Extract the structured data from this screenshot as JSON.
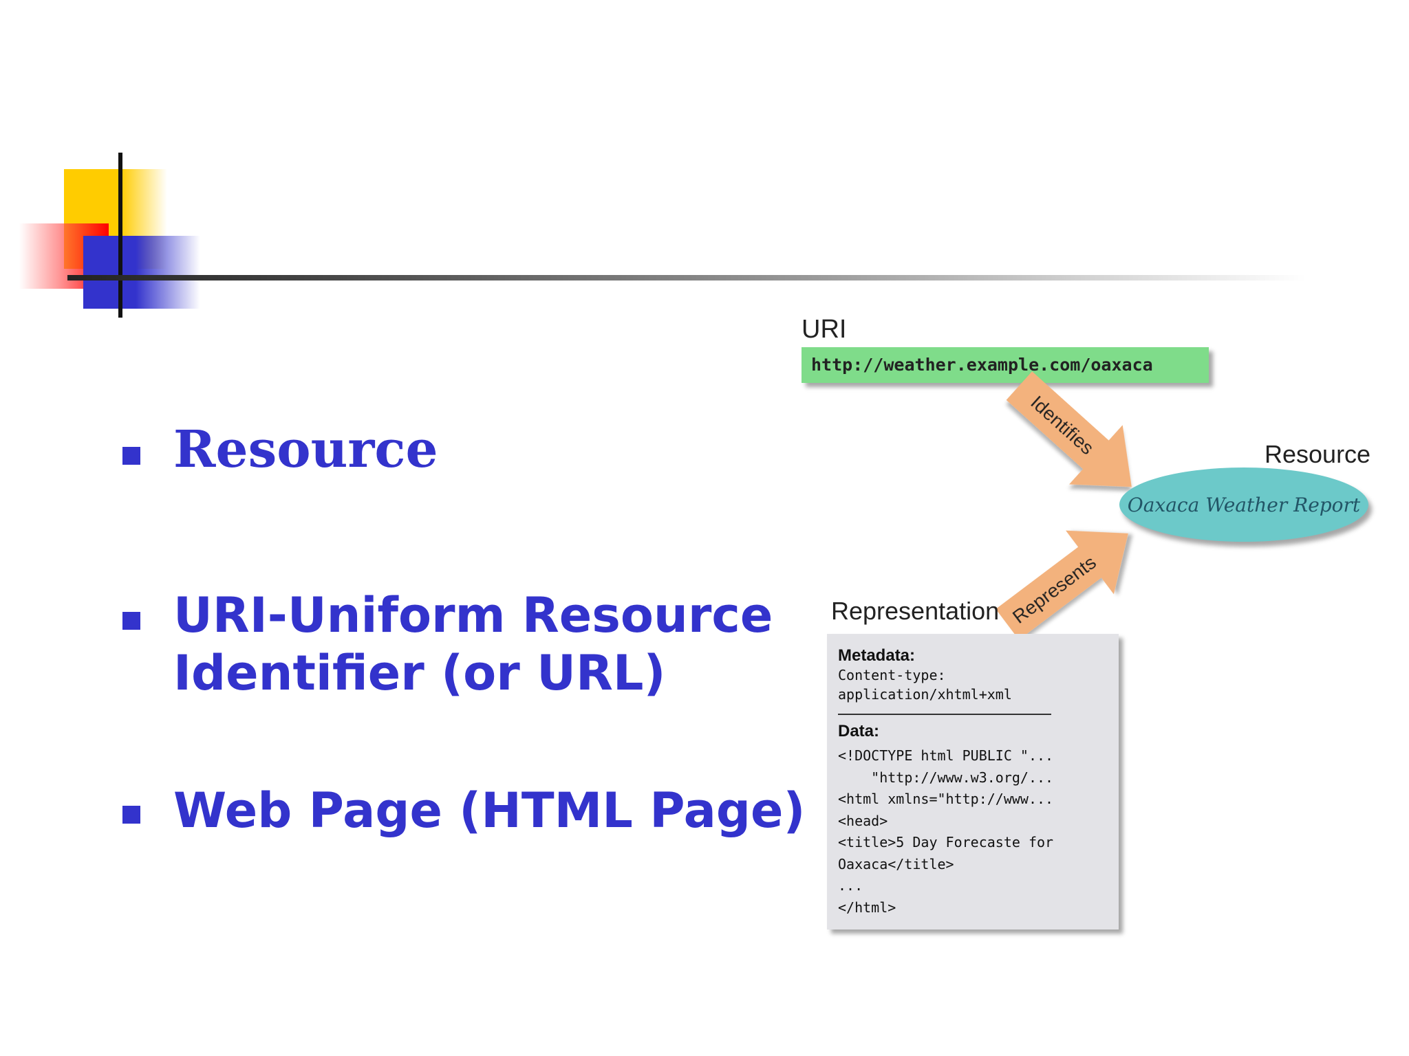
{
  "bullets": [
    {
      "text": "Resource"
    },
    {
      "text": "URI-Uniform Resource"
    },
    {
      "text": "Identifier (or URL)"
    },
    {
      "text": "Web Page (HTML Page)"
    }
  ],
  "diagram": {
    "uri_label": "URI",
    "uri_value": "http://weather.example.com/oaxaca",
    "identifies_label": "Identifies",
    "resource_label": "Resource",
    "resource_name": "Oaxaca Weather Report",
    "represents_label": "Represents",
    "representation_label": "Representation",
    "metadata_heading": "Metadata:",
    "metadata_lines": [
      "Content-type:",
      "application/xhtml+xml"
    ],
    "data_heading": "Data:",
    "data_lines": [
      "<!DOCTYPE html PUBLIC \"...",
      "    \"http://www.w3.org/...",
      "<html xmlns=\"http://www...",
      "<head>",
      "<title>5 Day Forecaste for",
      "Oaxaca</title>",
      "...",
      "</html>"
    ]
  },
  "colors": {
    "bullet_text": "#3333cc",
    "uri_box": "#7fdc8a",
    "resource_ellipse": "#6cc9c9",
    "arrow": "#f3b27d",
    "representation_box": "#e3e3e7"
  }
}
